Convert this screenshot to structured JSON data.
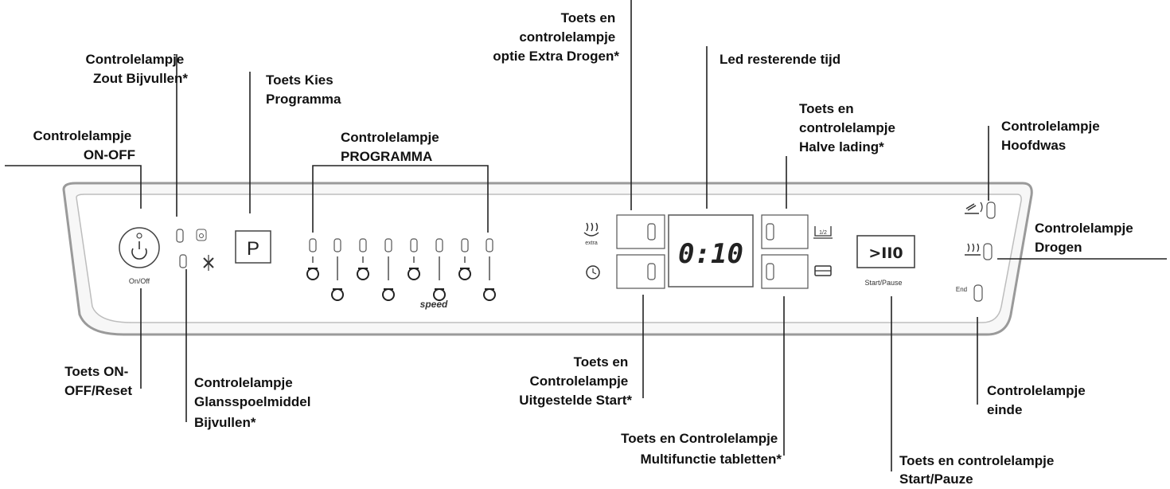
{
  "labels": {
    "salt": [
      "Controlelampje",
      "Zout Bijvullen*"
    ],
    "program_key": [
      "Toets Kies",
      "Programma"
    ],
    "extra_dry": [
      "Toets en",
      "controlelampje",
      "optie Extra Drogen*"
    ],
    "time_led": [
      "Led resterende tijd"
    ],
    "half_load": [
      "Toets en",
      "controlelampje",
      "Halve lading*"
    ],
    "main_wash": [
      "Controlelampje",
      "Hoofdwas"
    ],
    "on_off_lamp": [
      "Controlelampje",
      "ON-OFF"
    ],
    "program_lamp": [
      "Controlelampje",
      "PROGRAMMA"
    ],
    "drying": [
      "Controlelampje",
      "Drogen"
    ],
    "on_off_key": [
      "Toets ON-",
      "OFF/Reset"
    ],
    "rinse_aid": [
      "Controlelampje",
      "Glansspoelmiddel",
      "Bijvullen*"
    ],
    "delayed_start": [
      "Toets en",
      "Controlelampje",
      "Uitgestelde Start*"
    ],
    "multi_tab": [
      "Toets en Controlelampje",
      "Multifunctie tabletten*"
    ],
    "end_lamp": [
      "Controlelampje",
      "einde"
    ],
    "start_pause": [
      "Toets en controlelampje",
      "Start/Pauze"
    ]
  },
  "panel": {
    "onoff_caption": "On/Off",
    "program_button": "P",
    "display_time": "0:10",
    "start_button": ">II0",
    "start_caption": "Start/Pause",
    "end_caption": "End",
    "extra_caption": "extra",
    "half_caption": "1/2",
    "speed_caption": "speed"
  },
  "icons": {
    "onoff": "power-icon",
    "salt": "salt-icon",
    "rinse": "rinse-aid-star-icon",
    "programs": [
      "intensive-pot-icon",
      "pot-icon",
      "dish-cutlery-icon",
      "eco-wave-icon",
      "glass-50-icon",
      "speed-icon",
      "glasses-icon",
      "baby-bottle-icon"
    ],
    "extra_dry": "steam-extra-icon",
    "delay": "clock-icon",
    "half_load": "half-load-icon",
    "tablet": "tablet-icon",
    "main_wash": "spray-arm-icon",
    "drying": "steam-icon"
  }
}
